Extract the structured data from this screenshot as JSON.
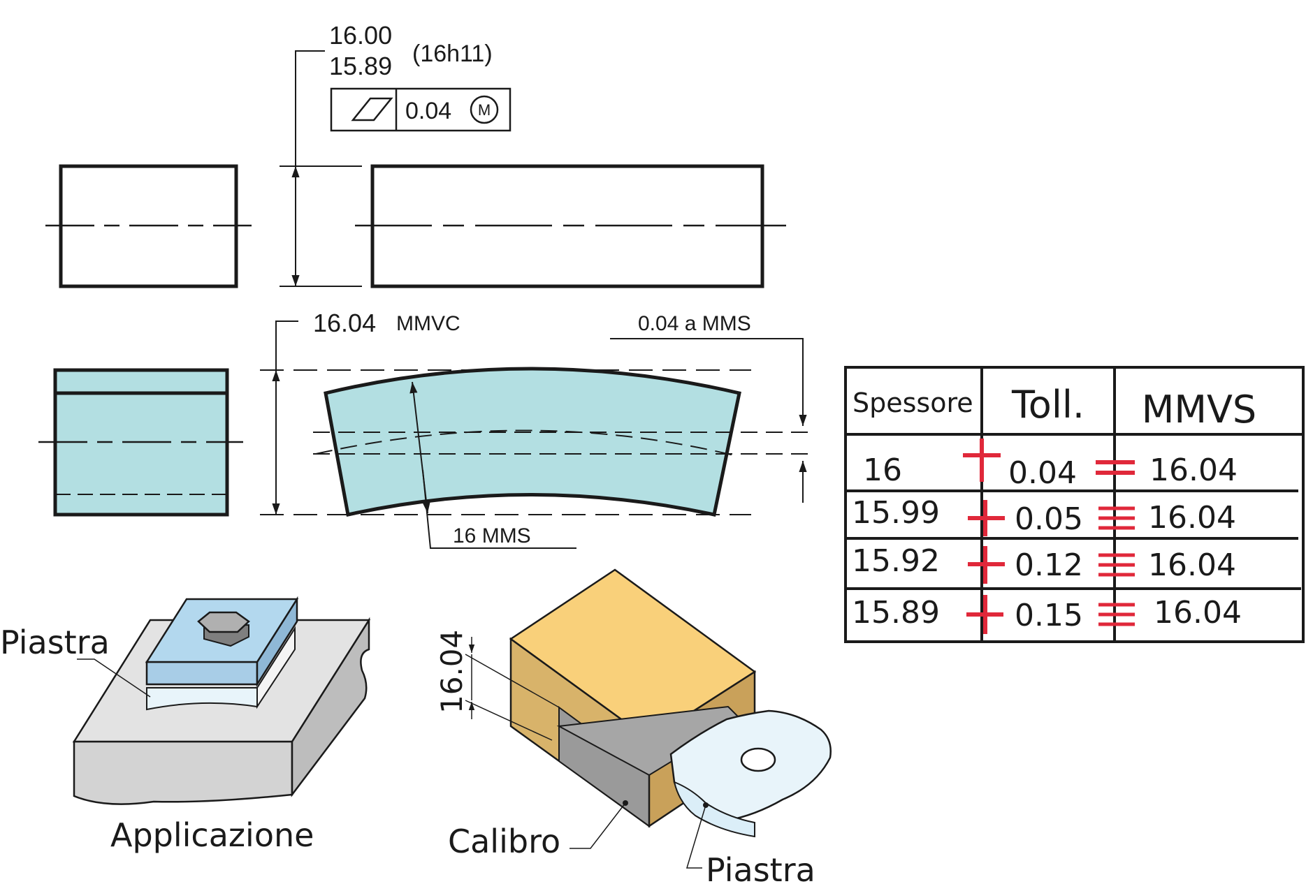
{
  "drawing": {
    "upper_limit": "16.00",
    "lower_limit": "15.89",
    "tolerance_class": "(16h11)",
    "fcf_value": "0.04",
    "fcf_modifier": "M"
  },
  "bent_view": {
    "mmvc_value": "16.04",
    "mmvc_label": "MMVC",
    "flatness_label": "0.04 a MMS",
    "mms_label": "16 MMS"
  },
  "table": {
    "headers": [
      "Spessore",
      "Toll.",
      "MMVS"
    ],
    "rows": [
      {
        "thickness": "16",
        "tolerance": "0.04",
        "mmvs": "16.04"
      },
      {
        "thickness": "15.99",
        "tolerance": "0.05",
        "mmvs": "16.04"
      },
      {
        "thickness": "15.92",
        "tolerance": "0.12",
        "mmvs": "16.04"
      },
      {
        "thickness": "15.89",
        "tolerance": "0.15",
        "mmvs": "16.04"
      }
    ]
  },
  "labels": {
    "piastra_left": "Piastra",
    "applicazione": "Applicazione",
    "gauge_dimension": "16.04",
    "calibro": "Calibro",
    "piastra_right": "Piastra"
  },
  "colors": {
    "plate_blue": "#b3dfe2",
    "plate_light": "#e8f4fa",
    "gauge_gold": "#d8b36a",
    "gauge_top": "#f9d07a",
    "base_gray": "#e3e3e3",
    "operator_red": "#e0283a"
  }
}
